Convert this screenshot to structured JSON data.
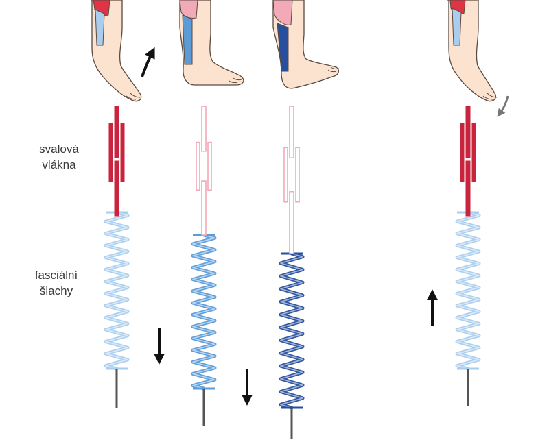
{
  "labels": {
    "muscle_fibers": [
      "svalová",
      "vlákna"
    ],
    "fascial_tendons": [
      "fasciální",
      "šlachy"
    ]
  },
  "colors": {
    "skin": "#fbe3cf",
    "skin_outline": "#5a4a40",
    "muscle_active": "#c8243d",
    "muscle_active_light": "#e03345",
    "muscle_relaxed": "#f2a9b8",
    "tendon_light": "#a9cdee",
    "tendon_medium": "#5b9bd8",
    "tendon_dark": "#274f9e",
    "bone": "#555555",
    "arrow": "#111111",
    "arrow_gray": "#777777"
  },
  "phases": [
    {
      "id": "toe-off",
      "muscle_state": "contracted",
      "tendon_state": "loaded",
      "tendon_color": "tendon_light",
      "arrow": "down",
      "foot_motion": "lift-up"
    },
    {
      "id": "stance",
      "muscle_state": "relaxed",
      "tendon_state": "stretched",
      "tendon_color": "tendon_medium",
      "arrow": "down",
      "foot_motion": "none"
    },
    {
      "id": "push",
      "muscle_state": "relaxed",
      "tendon_state": "max-stretched",
      "tendon_color": "tendon_dark",
      "arrow": "none",
      "foot_motion": "none"
    },
    {
      "id": "recoil",
      "muscle_state": "contracted",
      "tendon_state": "released",
      "tendon_color": "tendon_light",
      "arrow": "up",
      "foot_motion": "swing-down"
    }
  ]
}
